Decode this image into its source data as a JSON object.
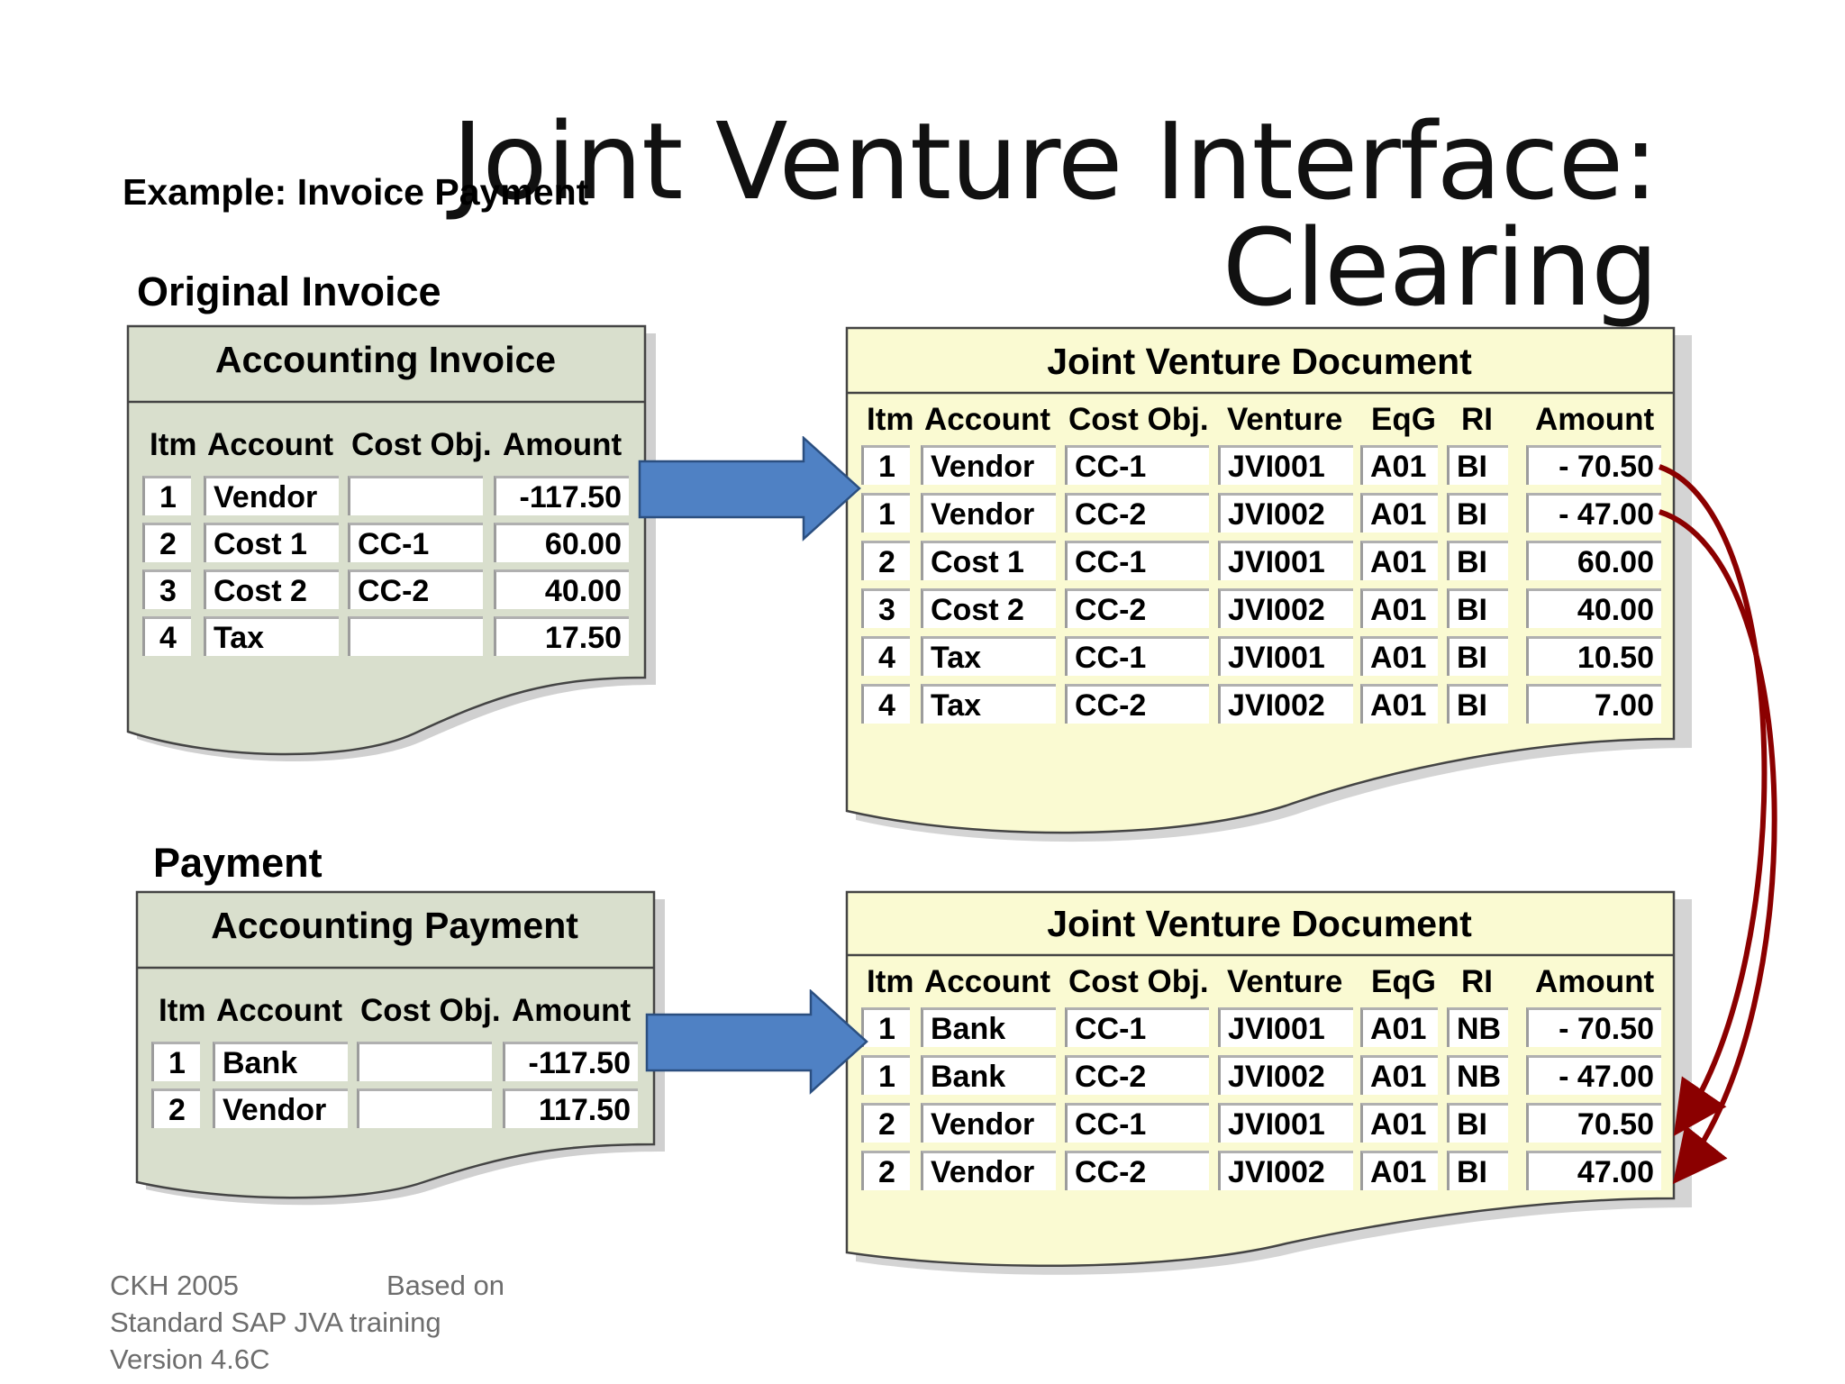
{
  "title": "Joint Venture Interface: Clearing",
  "subtitle": "Example: Invoice Payment",
  "colors": {
    "accounting_fill": "#d9dfcd",
    "jv_fill": "#fafad2",
    "big_arrow": "#4f81c4",
    "clearing_arrow": "#8b0000"
  },
  "invoice": {
    "section_label": "Original Invoice",
    "accounting": {
      "title": "Accounting Invoice",
      "headers": [
        "Itm",
        "Account",
        "Cost Obj.",
        "Amount"
      ],
      "rows": [
        [
          "1",
          "Vendor",
          "",
          "-117.50"
        ],
        [
          "2",
          "Cost 1",
          "CC-1",
          "60.00"
        ],
        [
          "3",
          "Cost 2",
          "CC-2",
          "40.00"
        ],
        [
          "4",
          "Tax",
          "",
          "17.50"
        ]
      ]
    },
    "jv": {
      "title": "Joint Venture Document",
      "headers": [
        "Itm",
        "Account",
        "Cost Obj.",
        "Venture",
        "EqG",
        "RI",
        "Amount"
      ],
      "rows": [
        [
          "1",
          "Vendor",
          "CC-1",
          "JVI001",
          "A01",
          "BI",
          "- 70.50"
        ],
        [
          "1",
          "Vendor",
          "CC-2",
          "JVI002",
          "A01",
          "BI",
          "- 47.00"
        ],
        [
          "2",
          "Cost 1",
          "CC-1",
          "JVI001",
          "A01",
          "BI",
          "60.00"
        ],
        [
          "3",
          "Cost 2",
          "CC-2",
          "JVI002",
          "A01",
          "BI",
          "40.00"
        ],
        [
          "4",
          "Tax",
          "CC-1",
          "JVI001",
          "A01",
          "BI",
          "10.50"
        ],
        [
          "4",
          "Tax",
          "CC-2",
          "JVI002",
          "A01",
          "BI",
          "7.00"
        ]
      ]
    }
  },
  "payment": {
    "section_label": "Payment",
    "accounting": {
      "title": "Accounting Payment",
      "headers": [
        "Itm",
        "Account",
        "Cost Obj.",
        "Amount"
      ],
      "rows": [
        [
          "1",
          "Bank",
          "",
          "-117.50"
        ],
        [
          "2",
          "Vendor",
          "",
          "117.50"
        ]
      ]
    },
    "jv": {
      "title": "Joint Venture Document",
      "headers": [
        "Itm",
        "Account",
        "Cost Obj.",
        "Venture",
        "EqG",
        "RI",
        "Amount"
      ],
      "rows": [
        [
          "1",
          "Bank",
          "CC-1",
          "JVI001",
          "A01",
          "NB",
          "- 70.50"
        ],
        [
          "1",
          "Bank",
          "CC-2",
          "JVI002",
          "A01",
          "NB",
          "- 47.00"
        ],
        [
          "2",
          "Vendor",
          "CC-1",
          "JVI001",
          "A01",
          "BI",
          "70.50"
        ],
        [
          "2",
          "Vendor",
          "CC-2",
          "JVI002",
          "A01",
          "BI",
          "47.00"
        ]
      ]
    }
  },
  "footer": {
    "line1": "CKH 2005",
    "based_on": "Based on",
    "line2": "Standard SAP JVA training",
    "line3": "Version 4.6C"
  }
}
